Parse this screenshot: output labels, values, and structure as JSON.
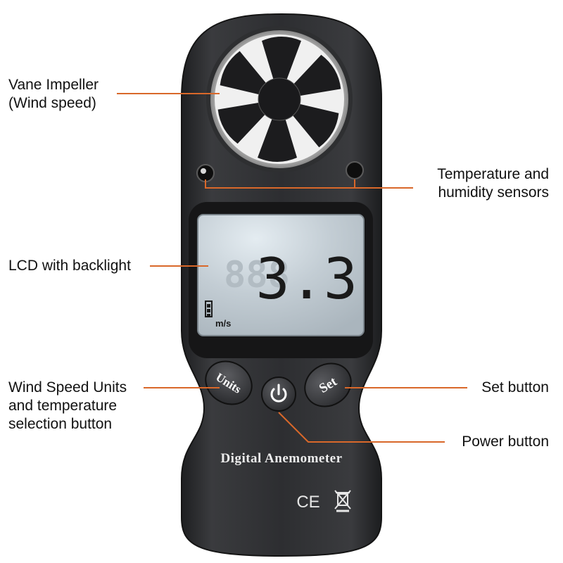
{
  "callouts": {
    "vane": [
      "Vane Impeller",
      "(Wind speed)"
    ],
    "sensors": [
      "Temperature and",
      "humidity sensors"
    ],
    "lcd": [
      "LCD with backlight"
    ],
    "units": [
      "Wind Speed Units",
      "and temperature",
      "selection button"
    ],
    "set": [
      "Set button"
    ],
    "power": [
      "Power button"
    ]
  },
  "device": {
    "brand": "Digital Anemometer",
    "units_button": "Units",
    "set_button": "Set",
    "power_icon": "power-icon",
    "certification": "CE",
    "disposal_icon": "crossed-bin-icon"
  },
  "lcd_display": {
    "reading": "3.3",
    "unit": "m/s",
    "battery_icon": "battery-icon"
  },
  "colors": {
    "leader_line": "#d9682a",
    "device_body": "#2b2c2e",
    "lcd_background": "#bcc6cd",
    "lcd_digits": "#1a1a1a"
  }
}
